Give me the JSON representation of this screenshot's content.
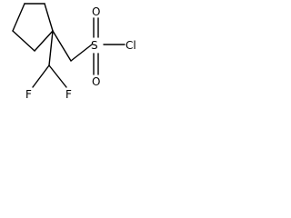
{
  "molecule": {
    "atoms": {
      "s": "S",
      "cl": "Cl",
      "o_top": "O",
      "o_bottom": "O",
      "f_left": "F",
      "f_right": "F"
    }
  }
}
